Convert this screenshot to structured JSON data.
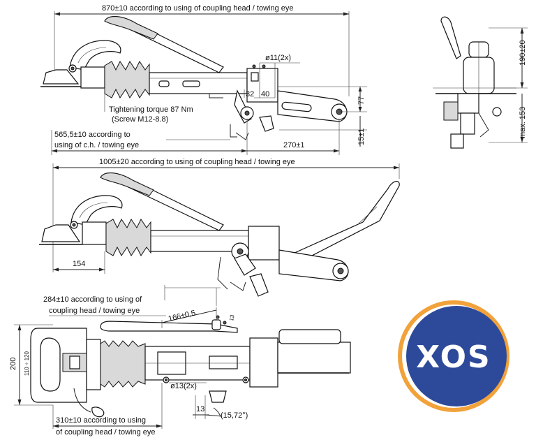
{
  "dimensions": {
    "top_length": "870±10 according to using of coupling head / towing eye",
    "hole_11": "ø11(2x)",
    "dim_32": "32",
    "dim_40": "40",
    "dim_77": "77",
    "dim_15": "15±1",
    "dim_270": "270±1",
    "torque_line1": "Tightening torque 87 Nm",
    "torque_line2": "(Screw M12-8.8)",
    "dim_565_line1": "565,5±10 according to",
    "dim_565_line2": "using of c.h. / towing eye",
    "dim_190": "190±20",
    "dim_153": "max. 153",
    "dim_1005": "1005±20 according to using of coupling head / towing eye",
    "dim_154": "154",
    "dim_284_line1": "284±10 according to using of",
    "dim_284_line2": "coupling head / towing eye",
    "dim_166": "166±0,5",
    "dim_13_top": "13",
    "dim_200": "200",
    "dim_110_120": "110 ÷ 120",
    "hole_13": "ø13(2x)",
    "dim_13_bottom": "13",
    "angle": "(15,72°)",
    "dim_310_line1": "310±10 according to using",
    "dim_310_line2": "of coupling head / towing eye"
  },
  "logo": {
    "text": "XOS",
    "ring_color": "#f2a23a",
    "fill_color": "#2d4a9a",
    "text_color": "#ffffff"
  }
}
